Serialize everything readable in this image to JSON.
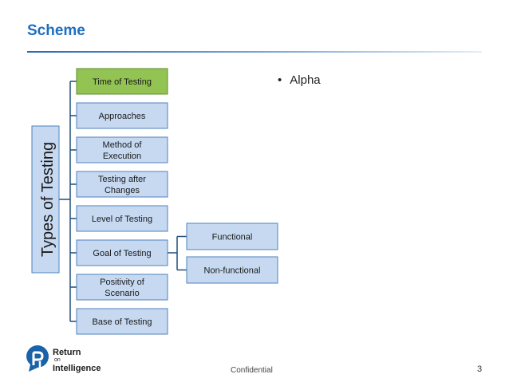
{
  "slide": {
    "title": "Scheme",
    "bullet": "Alpha",
    "bullet_marker": "•",
    "footer": "Confidential",
    "page_number": "3"
  },
  "logo": {
    "line1": "Return",
    "line2": "on",
    "line3": "Intelligence",
    "brand_color": "#1b63a8"
  },
  "diagram": {
    "root": "Types of Testing",
    "categories": [
      {
        "label": [
          "Time of Testing"
        ],
        "highlighted": true
      },
      {
        "label": [
          "Approaches"
        ],
        "highlighted": false
      },
      {
        "label": [
          "Method of",
          "Execution"
        ],
        "highlighted": false
      },
      {
        "label": [
          "Testing after",
          "Changes"
        ],
        "highlighted": false
      },
      {
        "label": [
          "Level of Testing"
        ],
        "highlighted": false
      },
      {
        "label": [
          "Goal of Testing"
        ],
        "highlighted": false
      },
      {
        "label": [
          "Positivity of",
          "Scenario"
        ],
        "highlighted": false
      },
      {
        "label": [
          "Base of Testing"
        ],
        "highlighted": false
      }
    ],
    "subitems": [
      {
        "parent": "Goal of Testing",
        "label": "Functional"
      },
      {
        "parent": "Goal of Testing",
        "label": "Non-functional"
      }
    ],
    "colors": {
      "box_fill": "#c6d9f1",
      "box_stroke": "#4f81bd",
      "highlight_fill": "#92c353",
      "highlight_stroke": "#5e8f2c",
      "connector": "#1f4e79"
    }
  }
}
